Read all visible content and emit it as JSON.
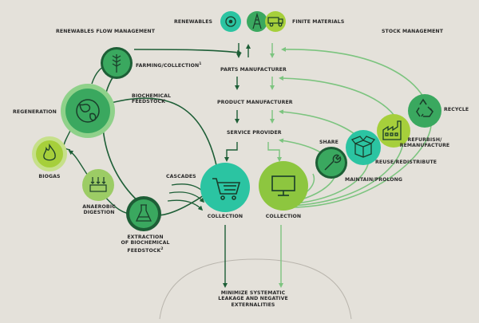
{
  "colors": {
    "background": "#e4e1da",
    "dark_green": "#1d5e36",
    "mid_green": "#3aa85f",
    "light_green": "#8dc63f",
    "lime": "#a6cf3b",
    "teal": "#2bc4a2",
    "pale_green": "#9ccc65"
  },
  "header": {
    "renewables": "RENEWABLES",
    "finite_materials": "FINITE MATERIALS",
    "renewables_flow": "RENEWABLES FLOW MANAGEMENT",
    "stock_management": "STOCK MANAGEMENT"
  },
  "center": {
    "parts_manufacturer": "PARTS MANUFACTURER",
    "product_manufacturer": "PRODUCT MANUFACTURER",
    "service_provider": "SERVICE PROVIDER",
    "collection_left": "COLLECTION",
    "collection_right": "COLLECTION",
    "leakage": "MINIMIZE SYSTEMATIC\nLEAKAGE AND NEGATIVE\nEXTERNALITIES"
  },
  "left": {
    "farming": "FARMING/COLLECTION",
    "farming_sup": "1",
    "biochemical_feedstock": "BIOCHEMICAL\nFEEDSTOCK",
    "regeneration": "REGENERATION",
    "biogas": "BIOGAS",
    "cascades": "CASCADES",
    "anaerobic_digestion": "ANAEROBIC\nDIGESTION",
    "extraction": "EXTRACTION\nOF BIOCHEMICAL\nFEEDSTOCK",
    "extraction_sup": "2"
  },
  "right": {
    "share": "SHARE",
    "maintain": "MAINTAIN/PROLONG",
    "reuse": "REUSE/REDISTRIBUTE",
    "refurbish": "REFURBISH/\nREMANUFACTURE",
    "recycle": "RECYCLE"
  },
  "icons": {
    "renewables": "sun-cycle-icon",
    "oil": "oil-derrick-icon",
    "mining": "mining-truck-icon",
    "farming": "wheat-icon",
    "regeneration": "globe-icon",
    "biogas": "flame-icon",
    "anaerobic": "digester-icon",
    "extraction": "flask-icon",
    "collection_left": "shopping-cart-icon",
    "collection_right": "monitor-icon",
    "share": "wrench-icon",
    "reuse": "box-icon",
    "refurbish": "factory-icon",
    "recycle": "recycle-icon"
  }
}
